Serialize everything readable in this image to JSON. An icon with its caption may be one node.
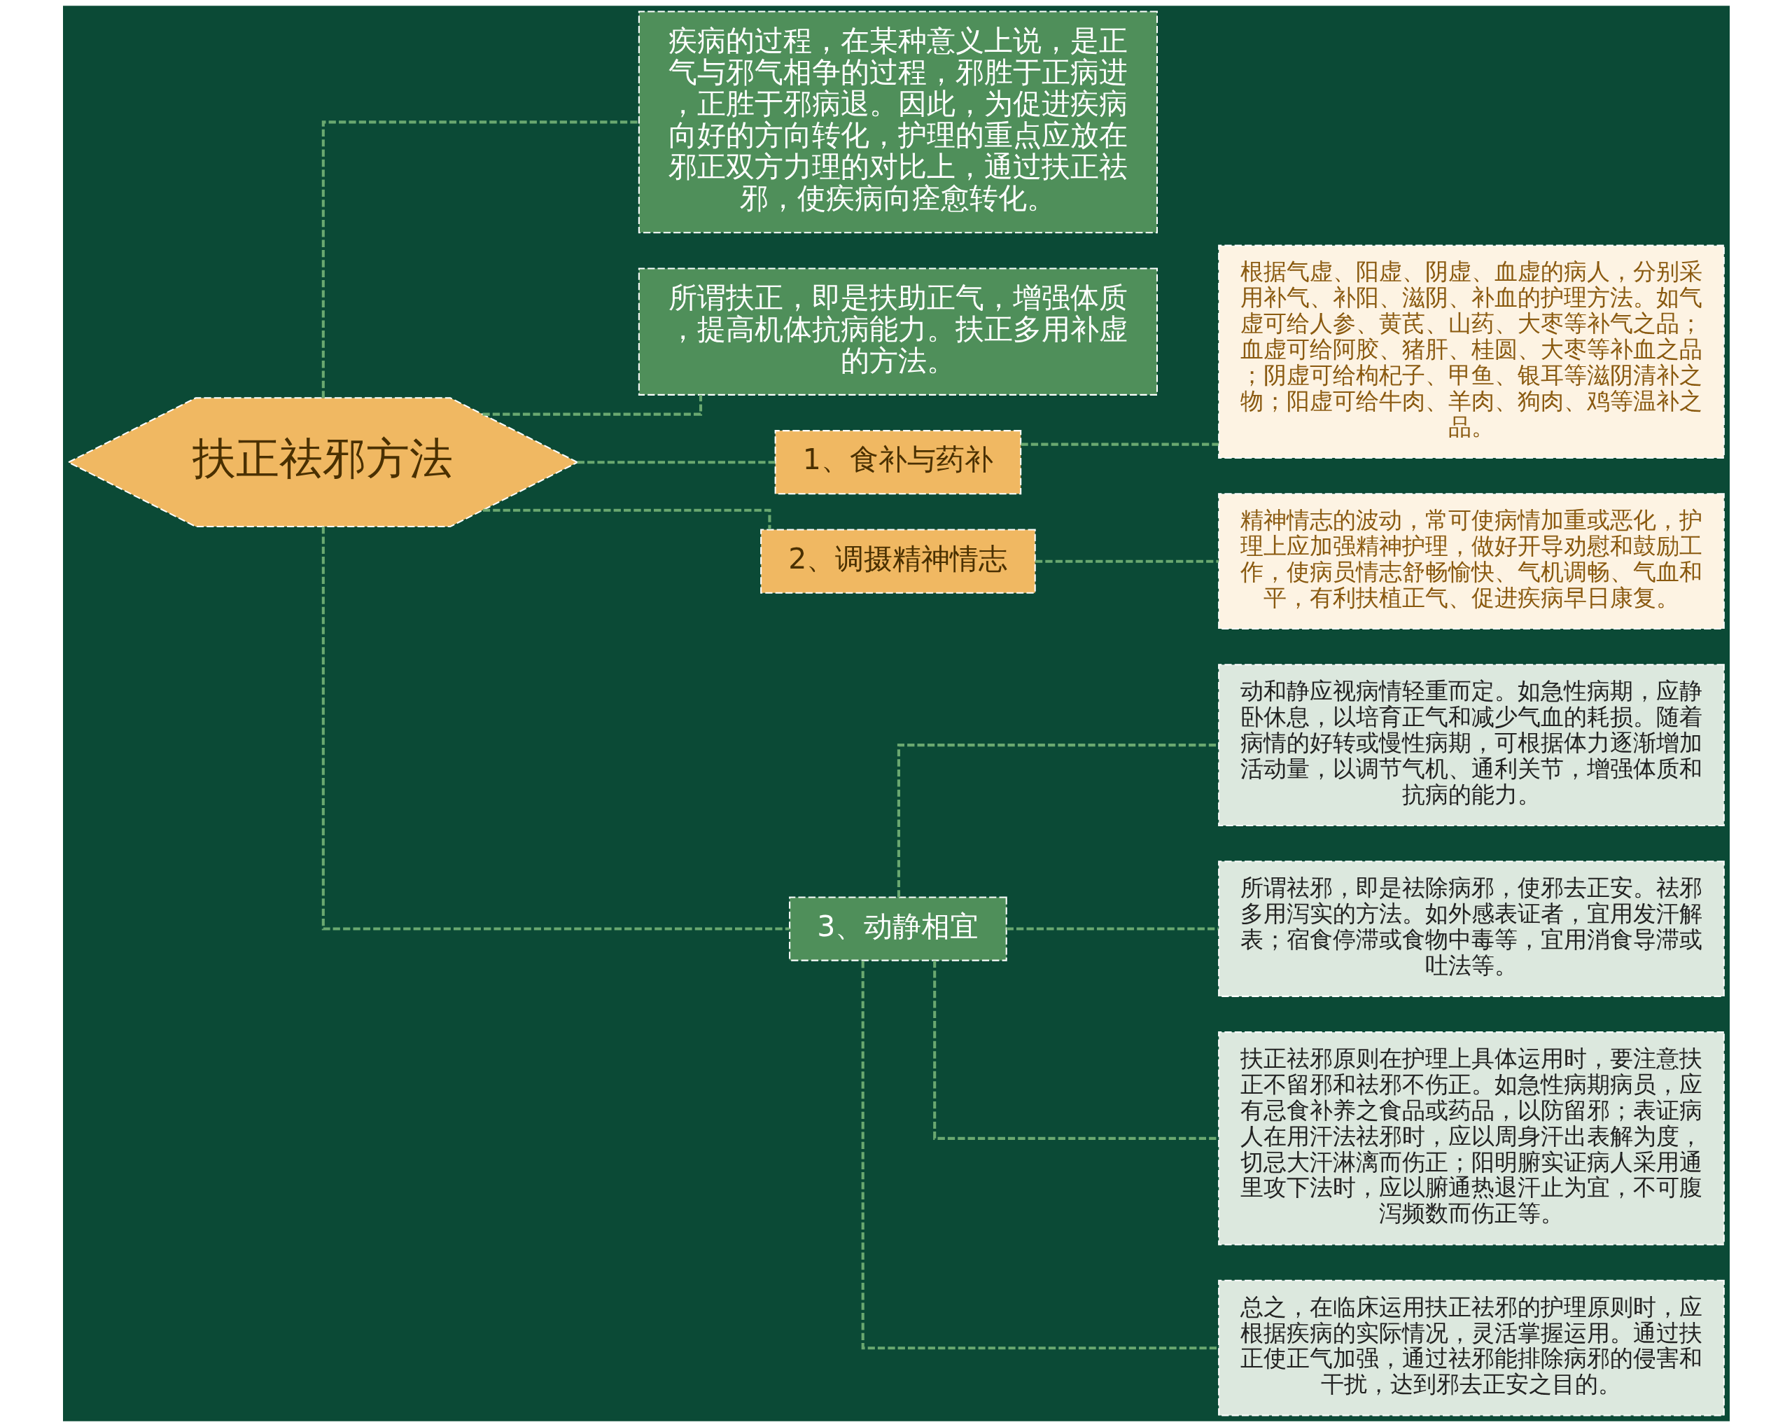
{
  "diagram": {
    "nodes": [
      {
        "text": [
          "扶正祛邪方法"
        ]
      },
      {
        "text": [
          "疾病的过程，在某种意义上说，是正气与邪气相争的过程，邪胜于正病进，正胜于邪病退。因此，为促进疾病向好的方向转化，护理的重点应放在邪正双方力理的对比上，通过扶正祛邪，使疾病向痊愈转化。"
        ]
      },
      {
        "text": [
          "所谓扶正，即是扶助正气，增强体质，提高机体抗病能力。扶正多用补虚的方法。"
        ]
      },
      {
        "text": [
          "1、食补与药补"
        ]
      },
      {
        "text": [
          "根据气虚、阳虚、阴虚、血虚的病人，分别采用补气、补阳、滋阴、补血的护理方法。如气虚可给人参、黄芪、山药、大枣等补气之品；血虚可给阿胶、猪肝、桂圆、大枣等补血之品；阴虚可给枸杞子、甲鱼、银耳等滋阴清补之物；阳虚可给牛肉、羊肉、狗肉、鸡等温补之品。"
        ]
      },
      {
        "text": [
          "2、调摄精神情志"
        ]
      },
      {
        "text": [
          "精神情志的波动，常可使病情加重或恶化，护理上应加强精神护理，做好开导劝慰和鼓励工作，使病员情志舒畅愉快、气机调畅、气血和平，有利扶植正气、促进疾病早日康复。"
        ]
      },
      {
        "text": [
          "3、动静相宜"
        ]
      },
      {
        "text": [
          "动和静应视病情轻重而定。如急性病期，应静卧休息，以培育正气和减少气血的耗损。随着病情的好转或慢性病期，可根据体力逐渐增加活动量，以调节气机、通利关节，增强体质和抗病的能力。"
        ]
      },
      {
        "text": [
          "所谓祛邪，即是祛除病邪，使邪去正安。祛邪多用泻实的方法。如外感表证者，宜用发汗解表；宿食停滞或食物中毒等，宜用消食导滞或吐法等。"
        ]
      },
      {
        "text": [
          "扶正祛邪原则在护理上具体运用时，要注意扶正不留邪和祛邪不伤正。如急性病期病员，应有忌食补养之食品或药品，以防留邪；表证病人在用汗法祛邪时，应以周身汗出表解为度，切忌大汗淋漓而伤正；阳明腑实证病人采用通里攻下法时，应以腑通热退汗止为宜，不可腹泻频数而伤正等。"
        ]
      },
      {
        "text": [
          "总之，在临床运用扶正祛邪的护理原则时，应根据疾病的实际情况，灵活掌握运用。通过扶正使正气加强，通过祛邪能排除病邪的侵害和干扰，达到邪去正安之目的。"
        ]
      }
    ],
    "edges": [
      {
        "from": 0,
        "to": 1,
        "arrow": "none",
        "style": "dashed"
      },
      {
        "from": 0,
        "to": 2,
        "arrow": "none",
        "style": "dashed"
      },
      {
        "from": 0,
        "to": 3,
        "arrow": "none",
        "style": "dashed"
      },
      {
        "from": 3,
        "to": 4,
        "arrow": "none",
        "style": "dashed"
      },
      {
        "from": 0,
        "to": 5,
        "arrow": "none",
        "style": "dashed"
      },
      {
        "from": 5,
        "to": 6,
        "arrow": "none",
        "style": "dashed"
      },
      {
        "from": 0,
        "to": 7,
        "arrow": "none",
        "style": "dashed"
      },
      {
        "from": 7,
        "to": 8,
        "arrow": "none",
        "style": "dashed"
      },
      {
        "from": 7,
        "to": 9,
        "arrow": "none",
        "style": "dashed"
      },
      {
        "from": 7,
        "to": 10,
        "arrow": "none",
        "style": "dashed"
      },
      {
        "from": 7,
        "to": 11,
        "arrow": "none",
        "style": "dashed"
      }
    ]
  }
}
